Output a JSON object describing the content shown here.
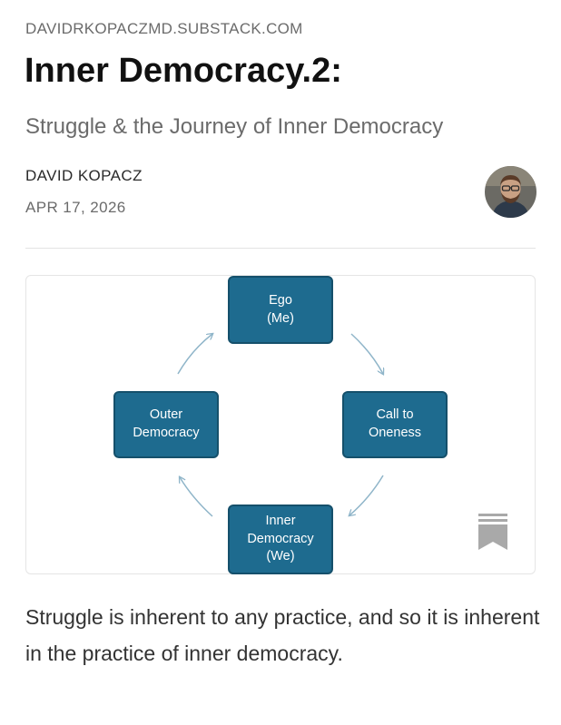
{
  "site": {
    "name": "DAVIDRKOPACZMD.SUBSTACK.COM"
  },
  "post": {
    "title": "Inner Democracy.2:",
    "subtitle": "Struggle & the Journey of Inner Democracy",
    "author": "DAVID KOPACZ",
    "date": "APR 17, 2026",
    "body": "Struggle is inherent to any practice, and so it is inherent in the practice of inner democracy."
  },
  "diagram": {
    "ego": {
      "line1": "Ego",
      "line2": "(Me)"
    },
    "call": {
      "line1": "Call to",
      "line2": "Oneness"
    },
    "inner": {
      "line1": "Inner",
      "line2": "Democracy",
      "line3": "(We)"
    },
    "outer": {
      "line1": "Outer",
      "line2": "Democracy"
    }
  },
  "icons": {
    "avatar": "author-avatar",
    "bookmark": "bookmark-icon"
  },
  "colors": {
    "node_fill": "#1e6b8f",
    "node_border": "#15506b",
    "arrow": "#8fb5c9"
  }
}
